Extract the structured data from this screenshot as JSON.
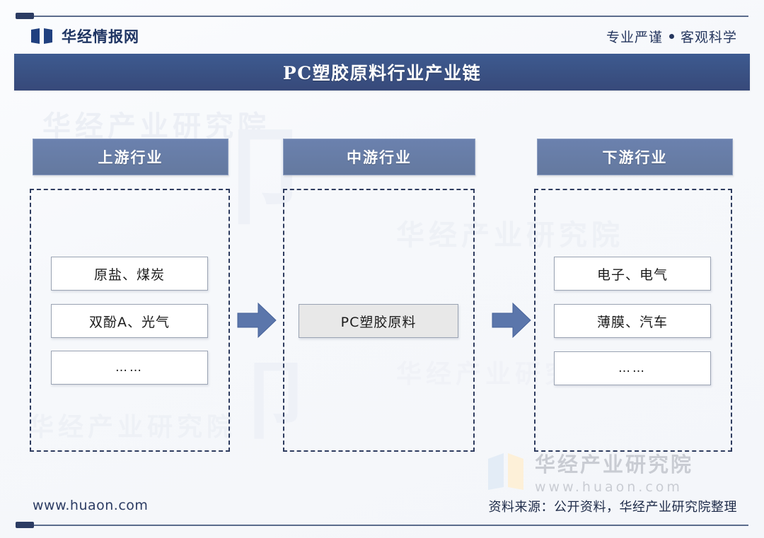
{
  "header": {
    "brand_name": "华经情报网",
    "brand_logo_icon": "open-book-icon",
    "slogan_left": "专业严谨",
    "slogan_right": "客观科学",
    "slogan_separator_icon": "bullet-dot-icon"
  },
  "title_bar": {
    "title": "PC塑胶原料行业产业链",
    "background_color": "#3a5183"
  },
  "columns": [
    {
      "id": "upstream",
      "heading": "上游行业",
      "items": [
        "原盐、煤炭",
        "双酚A、光气",
        "……"
      ]
    },
    {
      "id": "midstream",
      "heading": "中游行业",
      "items": [
        "PC塑胶原料"
      ]
    },
    {
      "id": "downstream",
      "heading": "下游行业",
      "items": [
        "电子、电气",
        "薄膜、汽车",
        "……"
      ]
    }
  ],
  "arrows": [
    {
      "id": "arrow-upstream-to-midstream",
      "icon": "right-arrow-icon",
      "color": "#5b76ab"
    },
    {
      "id": "arrow-midstream-to-downstream",
      "icon": "right-arrow-icon",
      "color": "#5b76ab"
    }
  ],
  "watermark": {
    "title": "华经产业研究院",
    "url": "www.huaon.com",
    "logo_icon": "book-pages-icon",
    "background_text": "华经产业研究院"
  },
  "footer": {
    "url": "www.huaon.com",
    "source": "资料来源：公开资料，华经产业研究院整理"
  },
  "theme": {
    "navy": "#2c3c63",
    "title_blue": "#3a5183",
    "head_blue": "#64799f",
    "arrow_blue": "#5b76ab",
    "dashed_border": "#2e3c5f",
    "box_border": "#9aa3b3",
    "midstream_fill": "#e8e8e8"
  }
}
